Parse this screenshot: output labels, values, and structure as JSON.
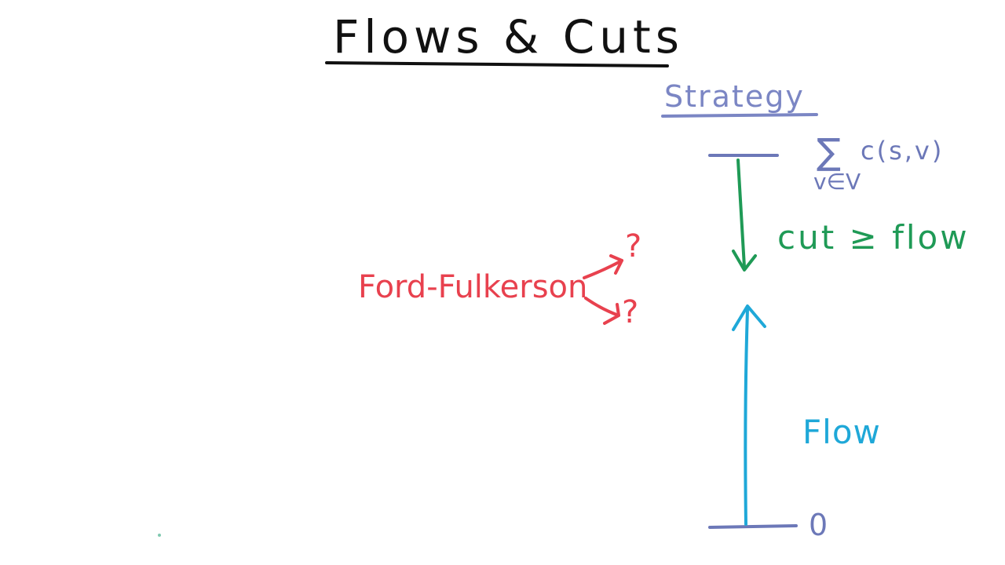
{
  "title": "Flows & Cuts",
  "strategy": "Strategy",
  "sum_symbol": "∑",
  "sum_term": "c(s,v)",
  "sum_subscript": "v∈V",
  "cut_flow": "cut ≥ flow",
  "flow_label": "Flow",
  "zero_label": "0",
  "ford_fulkerson": "Ford-Fulkerson",
  "question_top": "?",
  "question_bottom": "?",
  "colors": {
    "title": "#111111",
    "strategy": "#7b86c4",
    "bound": "#6c78b8",
    "cut": "#1f9a56",
    "flow": "#1fa8d8",
    "ford": "#e8414e"
  }
}
